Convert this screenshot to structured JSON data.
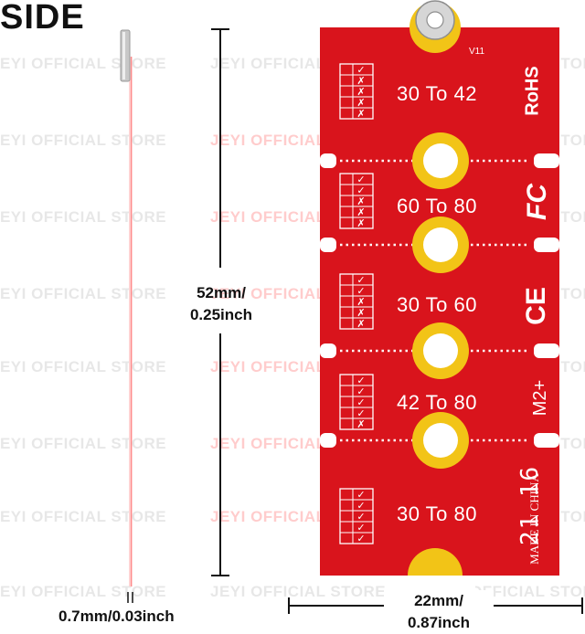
{
  "title": "SIDE",
  "watermark": "JEYI OFFICIAL STORE",
  "dimensions": {
    "length": [
      "52mm/",
      "0.25inch"
    ],
    "width": [
      "22mm/",
      "0.87inch"
    ],
    "thickness": "0.7mm/0.03inch"
  },
  "board": {
    "version": "V11",
    "segments": [
      {
        "label": "30 To 42",
        "checks": [
          "✓",
          "✗",
          "✗",
          "✗",
          "✗"
        ]
      },
      {
        "label": "60 To 80",
        "checks": [
          "✓",
          "✓",
          "✗",
          "✗",
          "✗"
        ]
      },
      {
        "label": "30 To 60",
        "checks": [
          "✓",
          "✓",
          "✗",
          "✗",
          "✗"
        ]
      },
      {
        "label": "42 To 80",
        "checks": [
          "✓",
          "✓",
          "✓",
          "✓",
          "✗"
        ]
      },
      {
        "label": "30 To 80",
        "checks": [
          "✓",
          "✓",
          "✓",
          "✓",
          "✓"
        ]
      }
    ],
    "marks": {
      "rohs": "RoHS",
      "fc": "FC",
      "ce": "CE",
      "m2": "M2+",
      "date": "21 16",
      "origin": "MADE IN CHINA"
    }
  },
  "colors": {
    "pcb_red": "#d9141c",
    "pad_gold": "#f2c417",
    "dim_line": "#111111"
  }
}
